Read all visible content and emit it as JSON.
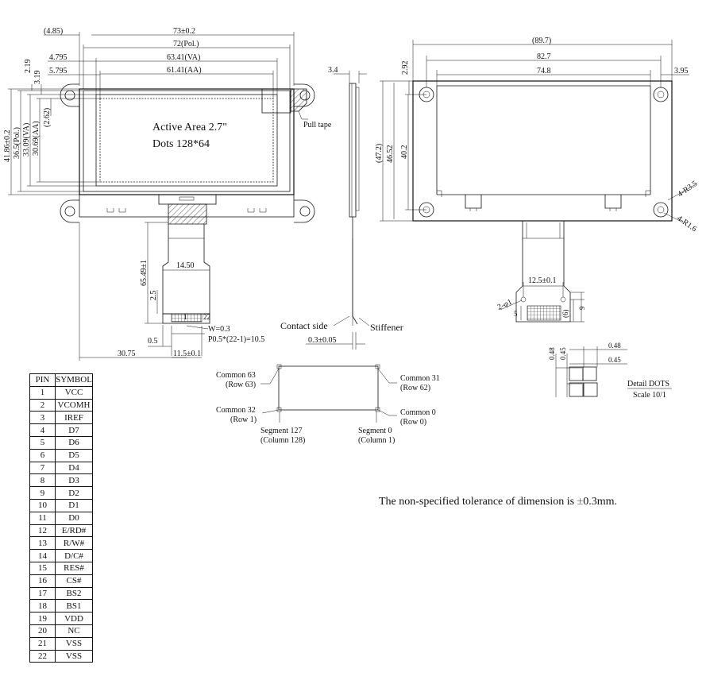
{
  "front_view": {
    "dim_485": "(4.85)",
    "dim_73": "73±0.2",
    "dim_72": "72(Pol.)",
    "dim_6341": "63.41(VA)",
    "dim_6141": "61.41(AA)",
    "dim_4795": "4.795",
    "dim_5795": "5.795",
    "dim_219": "2.19",
    "dim_319": "3.19",
    "dim_4186": "41.86±0.2",
    "dim_365": "36.5(Pol.)",
    "dim_3309": "33.09(VA)",
    "dim_3069": "30.69(AA)",
    "dim_262": "(2.62)",
    "active_area": "Active Area 2.7\"",
    "dots": "Dots 128*64",
    "pull_tape": "Pull tape",
    "dim_6549": "65.49±1",
    "dim_1450": "14.50",
    "dim_25": "2.5",
    "dim_w": "W=0.3",
    "dim_pitch": "P0.5*(22-1)=10.5",
    "dim_05": "0.5",
    "dim_3075": "30.75",
    "dim_115": "11.5±0.1",
    "pin_1": "1",
    "pin_22": "22"
  },
  "side_view": {
    "dim_34": "3.4",
    "contact_side": "Contact side",
    "stiffener": "Stiffener",
    "dim_03": "0.3±0.05"
  },
  "back_view": {
    "dim_897": "(89.7)",
    "dim_827": "82.7",
    "dim_748": "74.8",
    "dim_292": "2.92",
    "dim_395": "3.95",
    "dim_472": "(47.2)",
    "dim_4652": "46.52",
    "dim_402": "40.2",
    "r35": "4-R3.5",
    "r16": "4-R1.6",
    "dim_125": "12.5±0.1",
    "hole": "2-φ1",
    "dim_5": "5",
    "dim_6": "(6)",
    "dim_9": "9"
  },
  "detail_dots": {
    "d048a": "0.48",
    "d045a": "0.45",
    "d048b": "0.48",
    "d045b": "0.45",
    "title": "Detail DOTS",
    "scale": "Scale 10/1"
  },
  "orientation": {
    "common63": "Common 63",
    "row63": "(Row 63)",
    "common31": "Common 31",
    "row62": "(Row 62)",
    "common32": "Common 32",
    "row1": "(Row 1)",
    "common0": "Common 0",
    "row0": "(Row 0)",
    "seg127": "Segment 127",
    "col128": "(Column 128)",
    "seg0": "Segment 0",
    "col1": "(Column 1)"
  },
  "pin_table": {
    "header_pin": "PIN",
    "header_symbol": "SYMBOL",
    "rows": [
      {
        "pin": "1",
        "symbol": "VCC"
      },
      {
        "pin": "2",
        "symbol": "VCOMH"
      },
      {
        "pin": "3",
        "symbol": "IREF"
      },
      {
        "pin": "4",
        "symbol": "D7"
      },
      {
        "pin": "5",
        "symbol": "D6"
      },
      {
        "pin": "6",
        "symbol": "D5"
      },
      {
        "pin": "7",
        "symbol": "D4"
      },
      {
        "pin": "8",
        "symbol": "D3"
      },
      {
        "pin": "9",
        "symbol": "D2"
      },
      {
        "pin": "10",
        "symbol": "D1"
      },
      {
        "pin": "11",
        "symbol": "D0"
      },
      {
        "pin": "12",
        "symbol": "E/RD#"
      },
      {
        "pin": "13",
        "symbol": "R/W#"
      },
      {
        "pin": "14",
        "symbol": "D/C#"
      },
      {
        "pin": "15",
        "symbol": "RES#"
      },
      {
        "pin": "16",
        "symbol": "CS#"
      },
      {
        "pin": "17",
        "symbol": "BS2"
      },
      {
        "pin": "18",
        "symbol": "BS1"
      },
      {
        "pin": "19",
        "symbol": "VDD"
      },
      {
        "pin": "20",
        "symbol": "NC"
      },
      {
        "pin": "21",
        "symbol": "VSS"
      },
      {
        "pin": "22",
        "symbol": "VSS"
      }
    ]
  },
  "note": {
    "before": "The non-specified tolerance of dimension is ",
    "pm": "±",
    "after": "0.3mm."
  }
}
